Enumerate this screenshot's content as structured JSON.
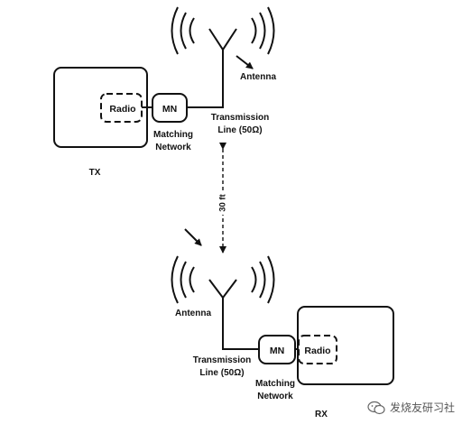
{
  "diagram": {
    "tx": {
      "radio_label": "Radio",
      "mn_label": "MN",
      "matching_network_line1": "Matching",
      "matching_network_line2": "Network",
      "transmission_line_line1": "Transmission",
      "transmission_line_line2": "Line (50Ω)",
      "antenna_label": "Antenna",
      "device_label": "TX"
    },
    "rx": {
      "radio_label": "Radio",
      "mn_label": "MN",
      "matching_network_line1": "Matching",
      "matching_network_line2": "Network",
      "transmission_line_line1": "Transmission",
      "transmission_line_line2": "Line (50Ω)",
      "antenna_label": "Antenna",
      "device_label": "RX"
    },
    "distance_label": "30 ft"
  },
  "watermark": {
    "text": "发烧友研习社",
    "icon": "wechat-icon"
  },
  "colors": {
    "stroke": "#111111",
    "background": "#ffffff",
    "watermark": "#555555"
  }
}
